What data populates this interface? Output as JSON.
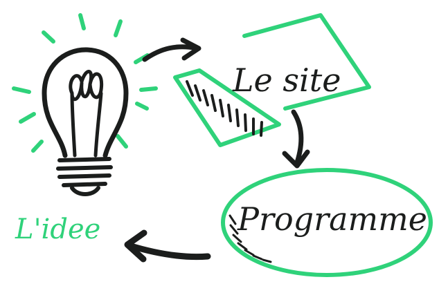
{
  "nodes": {
    "idea": {
      "label": "L'idee"
    },
    "site": {
      "label": "Le site"
    },
    "program": {
      "label": "Programme"
    }
  },
  "colors": {
    "green": "#2fd27a",
    "ink": "#1b1d1c",
    "background": "#ffffff"
  },
  "icons": {
    "idea": "lightbulb-icon"
  }
}
